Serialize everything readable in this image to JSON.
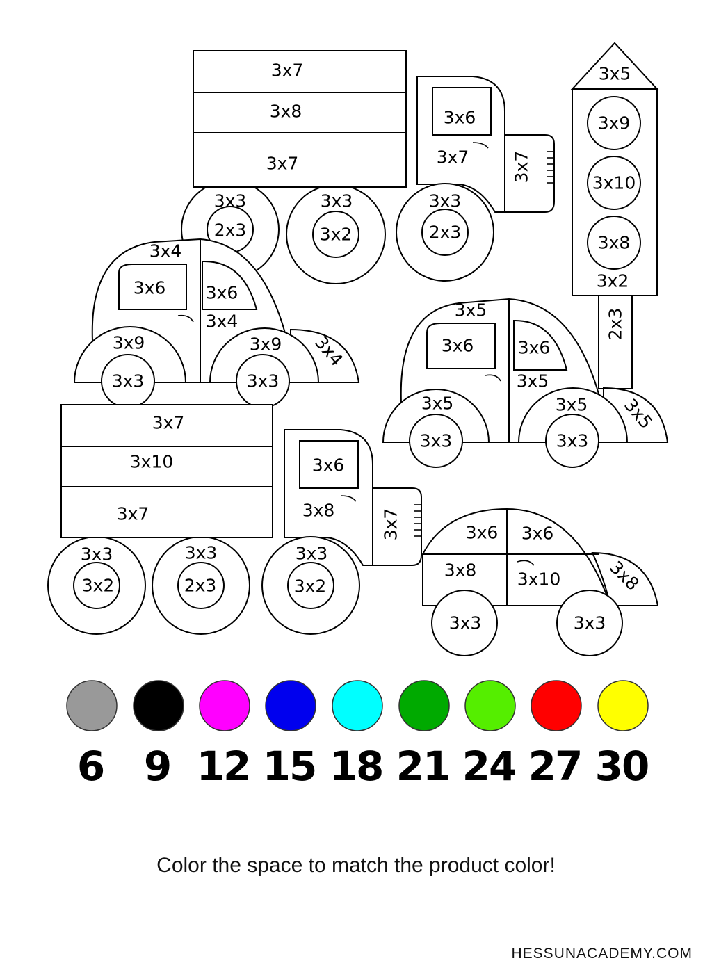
{
  "puzzle": {
    "truck_1": {
      "cargo": [
        "3x7",
        "3x8",
        "3x7"
      ],
      "window": "3x6",
      "door": "3x7",
      "hood": "3x7",
      "wheels": [
        {
          "outer": "3x3",
          "inner": "2x3"
        },
        {
          "outer": "3x3",
          "inner": "3x2"
        },
        {
          "outer": "3x3",
          "inner": "2x3"
        }
      ]
    },
    "traffic_light": {
      "cap": "3x5",
      "lights": [
        "3x9",
        "3x10",
        "3x8"
      ],
      "base": "3x2",
      "pole": "2x3"
    },
    "car_1": {
      "roof": "3x4",
      "front_window": "3x6",
      "back_window": "3x6",
      "door": "3x4",
      "fender_left": "3x9",
      "fender_right": "3x9",
      "bumper": "3x4",
      "wheels": [
        "3x3",
        "3x3"
      ]
    },
    "car_2": {
      "roof": "3x5",
      "front_window": "3x6",
      "back_window": "3x6",
      "door": "3x5",
      "fender_left": "3x5",
      "fender_right": "3x5",
      "bumper": "3x5",
      "wheels": [
        "3x3",
        "3x3"
      ]
    },
    "truck_2": {
      "cargo": [
        "3x7",
        "3x10",
        "3x7"
      ],
      "window": "3x6",
      "door": "3x8",
      "hood": "3x7",
      "wheels": [
        {
          "outer": "3x3",
          "inner": "3x2"
        },
        {
          "outer": "3x3",
          "inner": "2x3"
        },
        {
          "outer": "3x3",
          "inner": "3x2"
        }
      ]
    },
    "car_3": {
      "window_left": "3x6",
      "window_right": "3x6",
      "body_left": "3x8",
      "body_right": "3x10",
      "bumper": "3x8",
      "wheels": [
        "3x3",
        "3x3"
      ]
    }
  },
  "legend": [
    {
      "value": "6",
      "color": "#999999"
    },
    {
      "value": "9",
      "color": "#000000"
    },
    {
      "value": "12",
      "color": "#ff00ff"
    },
    {
      "value": "15",
      "color": "#0000ee"
    },
    {
      "value": "18",
      "color": "#00ffff"
    },
    {
      "value": "21",
      "color": "#00aa00"
    },
    {
      "value": "24",
      "color": "#55ee00"
    },
    {
      "value": "27",
      "color": "#ff0000"
    },
    {
      "value": "30",
      "color": "#ffff00"
    }
  ],
  "instruction": "Color the space to match the product color!",
  "footer": {
    "site": "HESSUNACADEMY.COM"
  }
}
